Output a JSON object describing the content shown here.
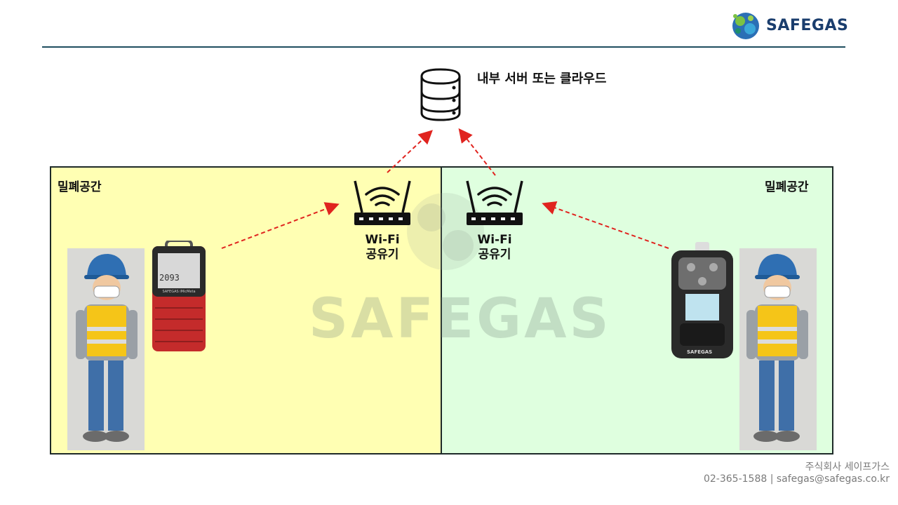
{
  "header": {
    "logo_text": "SAFEGAS"
  },
  "server": {
    "icon": "database-server-icon",
    "label": "내부 서버 또는 클라우드"
  },
  "zones": {
    "left_label": "밀폐공간",
    "right_label": "밀폐공간"
  },
  "routers": {
    "left_label_line1": "Wi-Fi",
    "left_label_line2": "공유기",
    "right_label_line1": "Wi-Fi",
    "right_label_line2": "공유기"
  },
  "devices": {
    "left_device_brand": "SAFEGAS iMicMeta",
    "left_reading": "2093",
    "right_device_brand": "SAFEGAS"
  },
  "watermark": "SAFEGAS",
  "footer": {
    "company": "주식회사 세이프가스",
    "contact": "02-365-1588 | safegas@safegas.co.kr"
  },
  "colors": {
    "left_zone": "#ffffb3",
    "right_zone": "#dfffdf",
    "arrow": "#e0241f",
    "rule": "#1f4e5f"
  }
}
